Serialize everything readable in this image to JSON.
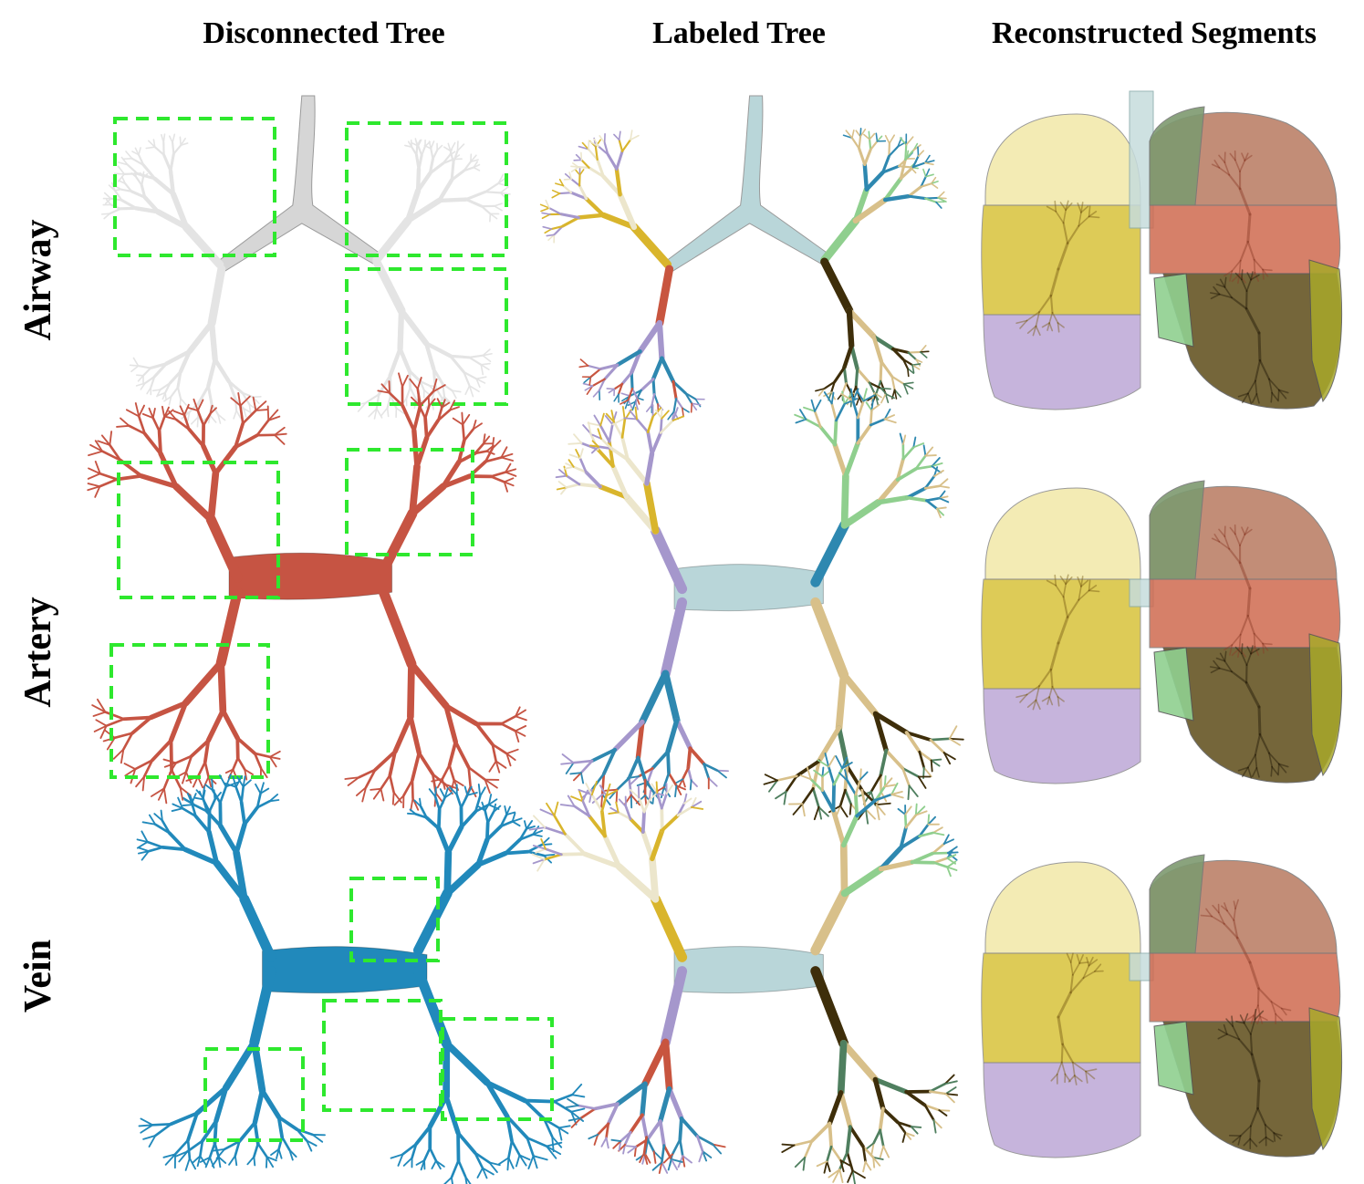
{
  "figure": {
    "columns": [
      {
        "id": "disconnected",
        "label": "Disconnected Tree"
      },
      {
        "id": "labeled",
        "label": "Labeled Tree"
      },
      {
        "id": "segments",
        "label": "Reconstructed Segments"
      }
    ],
    "rows": [
      {
        "id": "airway",
        "label": "Airway",
        "tree_color": "#e4e4e4"
      },
      {
        "id": "artery",
        "label": "Artery",
        "tree_color": "#c65443"
      },
      {
        "id": "vein",
        "label": "Vein",
        "tree_color": "#2189bb"
      }
    ],
    "highlight_box_color": "#2ee82e",
    "segment_palette": [
      "#ece6cc",
      "#d9b52c",
      "#a597cc",
      "#c8553f",
      "#2e88b0",
      "#8fcf8e",
      "#d8c08a",
      "#4f7f5f",
      "#3e2e0a",
      "#d9d92a",
      "#b9d6d9"
    ],
    "lung_palette": [
      "#f2e8a8",
      "#d8c23a",
      "#bda8d6",
      "#d06a50",
      "#7e9a70",
      "#b87a60",
      "#a8a82a",
      "#5e4c18",
      "#90d090"
    ]
  }
}
